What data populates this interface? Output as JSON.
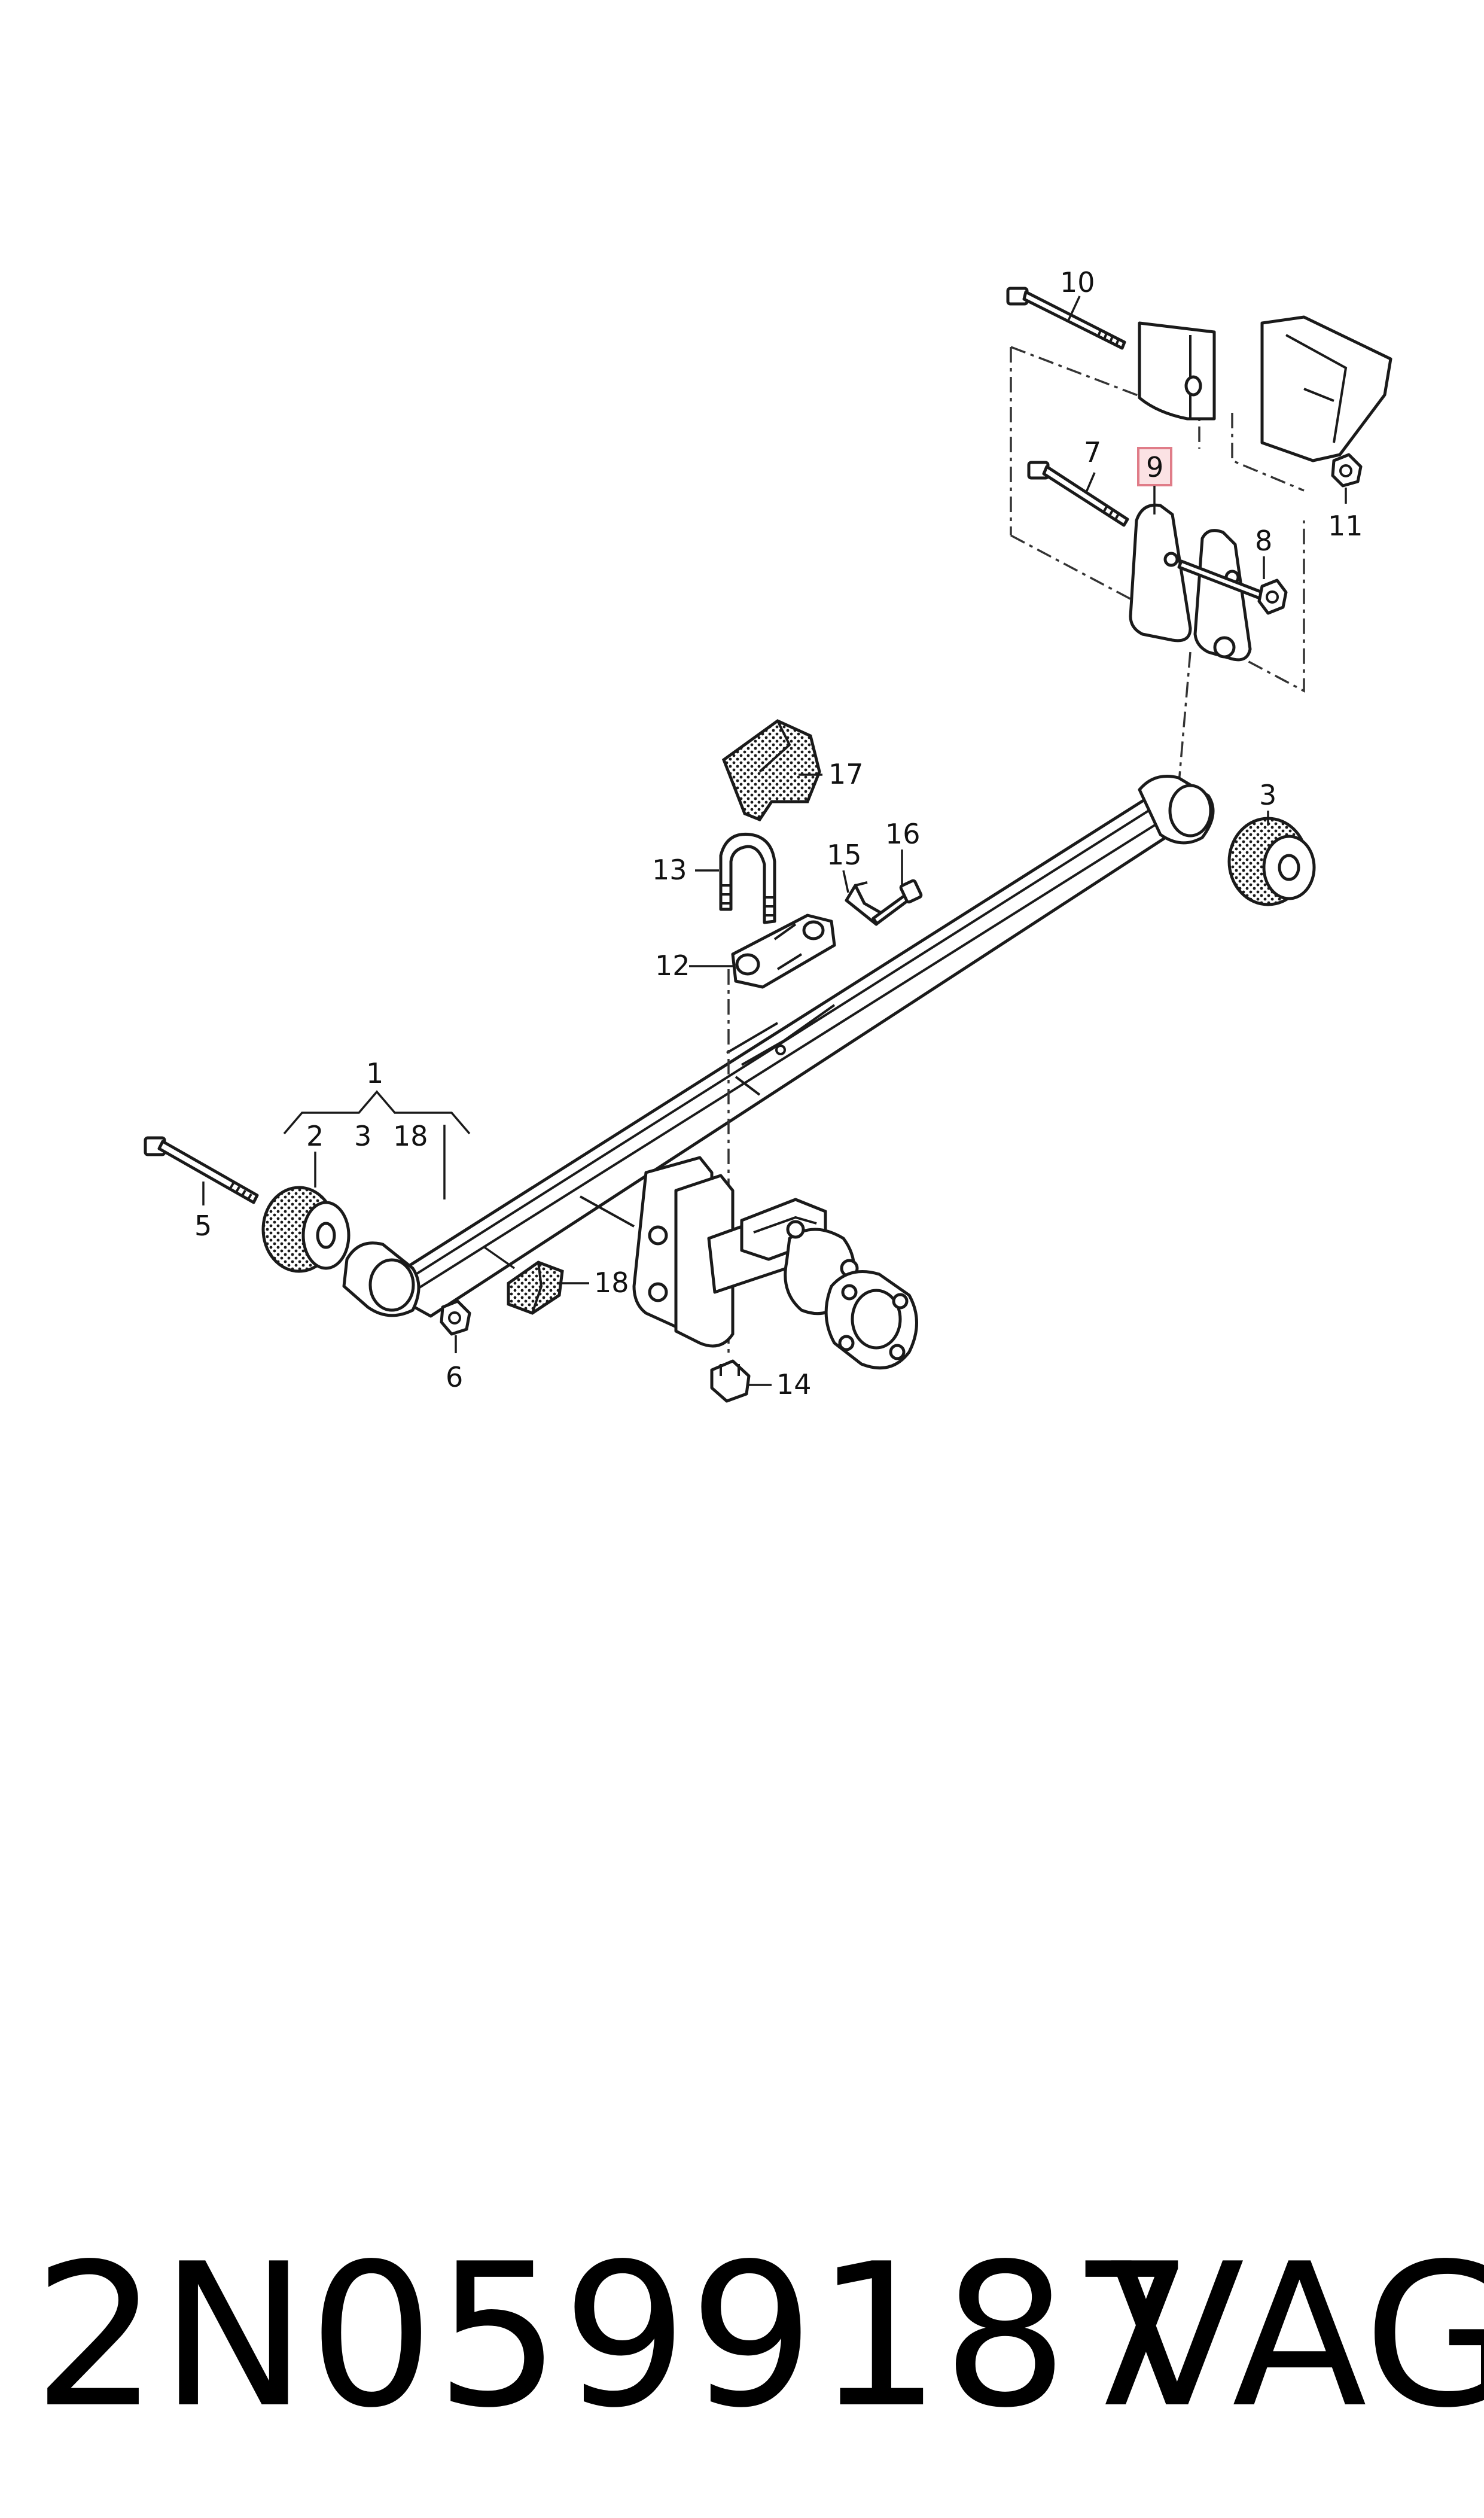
{
  "diagram": {
    "highlight_color": "#e07c88",
    "callouts": {
      "c1": "1",
      "c2": "2",
      "c3": "3",
      "c3b": "3",
      "c5": "5",
      "c6": "6",
      "c7": "7",
      "c8": "8",
      "c9": "9",
      "c10": "10",
      "c11": "11",
      "c12": "12",
      "c13": "13",
      "c14": "14",
      "c15": "15",
      "c16": "16",
      "c17": "17",
      "c18": "18",
      "c18b": "18"
    },
    "highlighted_callout": "9"
  },
  "footer": {
    "part_number": "2N0599187",
    "brand": "VAG"
  }
}
